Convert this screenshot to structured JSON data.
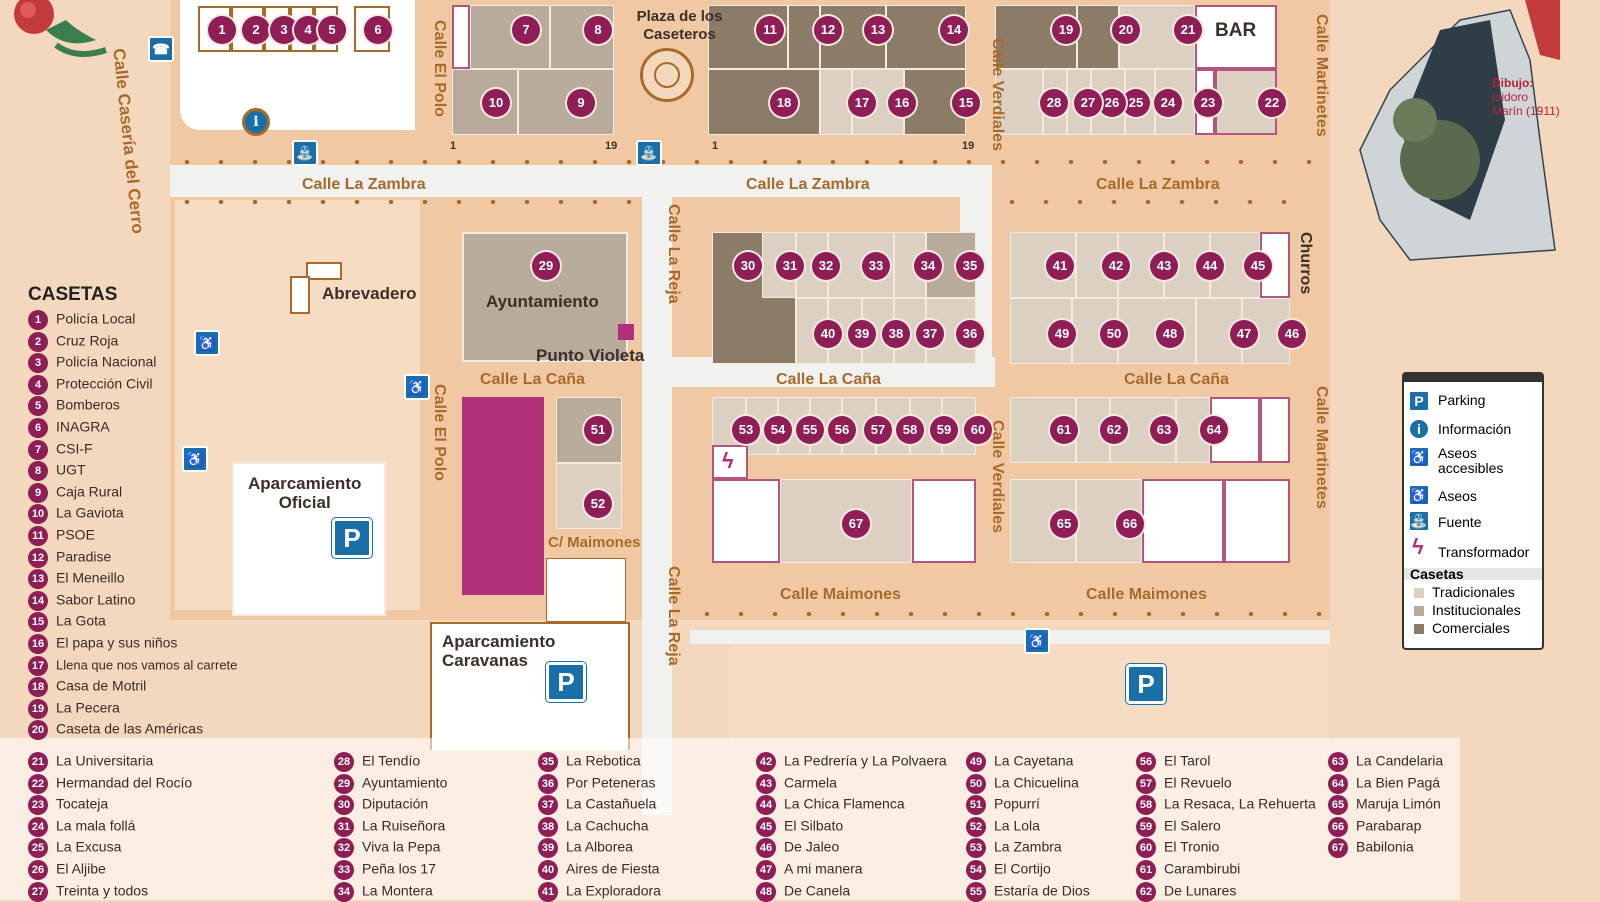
{
  "streets": {
    "zambra_1": "Calle La Zambra",
    "zambra_2": "Calle La Zambra",
    "zambra_3": "Calle La Zambra",
    "cana_1": "Calle La Caña",
    "cana_2": "Calle La Caña",
    "cana_3": "Calle La Caña",
    "maimones_1": "Calle Maimones",
    "maimones_2": "Calle Maimones",
    "c_maimones": "C/ Maimones",
    "el_polo_1": "Calle El Polo",
    "el_polo_2": "Calle El Polo",
    "verdiales_1": "Calle Verdiales",
    "verdiales_2": "Calle Verdiales",
    "martinetes_1": "Calle Martinetes",
    "martinetes_2": "Calle Martinetes",
    "la_reja_1": "Calle La Reja",
    "la_reja_2": "Calle La Reja",
    "caseria": "Calle Casería del Cerro"
  },
  "places": {
    "plaza": "Plaza de los Caseteros",
    "bar": "BAR",
    "ayuntamiento": "Ayuntamiento",
    "abrevadero": "Abrevadero",
    "punto_violeta": "Punto Violeta",
    "churros": "Churros",
    "aparcamiento_oficial": "Aparcamiento Oficial",
    "aparcamiento_caravanas": "Aparcamiento Caravanas",
    "drawing_credit_title": "Dibujo:",
    "drawing_credit_name": "Isidoro Marín (1911)",
    "num_1a": "1",
    "num_19a": "19",
    "num_1b": "1",
    "num_19b": "19"
  },
  "icon_names": {
    "parking": "parking-icon",
    "info": "info-icon",
    "aseos": "toilet-icon",
    "fuente": "fountain-icon",
    "accesibles": "accessible-toilet-icon",
    "transformador": "lightning-icon",
    "phone": "phone-icon"
  },
  "legend": {
    "title": "CASETAS",
    "items": [
      {
        "n": "1",
        "name": "Policía Local"
      },
      {
        "n": "2",
        "name": "Cruz Roja"
      },
      {
        "n": "3",
        "name": "Policía Nacional"
      },
      {
        "n": "4",
        "name": "Protección Civil"
      },
      {
        "n": "5",
        "name": "Bomberos"
      },
      {
        "n": "6",
        "name": "INAGRA"
      },
      {
        "n": "7",
        "name": "CSI-F"
      },
      {
        "n": "8",
        "name": "UGT"
      },
      {
        "n": "9",
        "name": "Caja Rural"
      },
      {
        "n": "10",
        "name": "La Gaviota"
      },
      {
        "n": "11",
        "name": "PSOE"
      },
      {
        "n": "12",
        "name": "Paradise"
      },
      {
        "n": "13",
        "name": "El Meneillo"
      },
      {
        "n": "14",
        "name": "Sabor Latino"
      },
      {
        "n": "15",
        "name": "La Gota"
      },
      {
        "n": "16",
        "name": "El papa y sus niños"
      },
      {
        "n": "17",
        "name": "Llena que nos vamos al carrete"
      },
      {
        "n": "18",
        "name": "Casa de Motril"
      },
      {
        "n": "19",
        "name": "La Pecera"
      },
      {
        "n": "20",
        "name": "Caseta de las Américas"
      },
      {
        "n": "21",
        "name": "La Universitaria"
      },
      {
        "n": "22",
        "name": "Hermandad del Rocío"
      },
      {
        "n": "23",
        "name": "Tocateja"
      },
      {
        "n": "24",
        "name": "La mala follá"
      },
      {
        "n": "25",
        "name": "La Excusa"
      },
      {
        "n": "26",
        "name": "El Aljibe"
      },
      {
        "n": "27",
        "name": "Treinta y todos"
      },
      {
        "n": "28",
        "name": "El Tendío"
      },
      {
        "n": "29",
        "name": "Ayuntamiento"
      },
      {
        "n": "30",
        "name": "Diputación"
      },
      {
        "n": "31",
        "name": "La Ruiseñora"
      },
      {
        "n": "32",
        "name": "Viva la Pepa"
      },
      {
        "n": "33",
        "name": "Peña los 17"
      },
      {
        "n": "34",
        "name": "La Montera"
      },
      {
        "n": "35",
        "name": "La Rebotica"
      },
      {
        "n": "36",
        "name": "Por Peteneras"
      },
      {
        "n": "37",
        "name": "La Castañuela"
      },
      {
        "n": "38",
        "name": "La Cachucha"
      },
      {
        "n": "39",
        "name": "La Alborea"
      },
      {
        "n": "40",
        "name": "Aires de Fiesta"
      },
      {
        "n": "41",
        "name": "La Exploradora"
      },
      {
        "n": "42",
        "name": "La Pedrería y La Polvaera"
      },
      {
        "n": "43",
        "name": "Carmela"
      },
      {
        "n": "44",
        "name": "La Chica Flamenca"
      },
      {
        "n": "45",
        "name": "El Silbato"
      },
      {
        "n": "46",
        "name": "De Jaleo"
      },
      {
        "n": "47",
        "name": "A mi manera"
      },
      {
        "n": "48",
        "name": "De Canela"
      },
      {
        "n": "49",
        "name": "La Cayetana"
      },
      {
        "n": "50",
        "name": "La Chicuelina"
      },
      {
        "n": "51",
        "name": "Popurrí"
      },
      {
        "n": "52",
        "name": "La Lola"
      },
      {
        "n": "53",
        "name": "La Zambra"
      },
      {
        "n": "54",
        "name": "El Cortijo"
      },
      {
        "n": "55",
        "name": "Estaría de Dios"
      },
      {
        "n": "56",
        "name": "El Tarol"
      },
      {
        "n": "57",
        "name": "El Revuelo"
      },
      {
        "n": "58",
        "name": "La Resaca, La Rehuerta"
      },
      {
        "n": "59",
        "name": "El Salero"
      },
      {
        "n": "60",
        "name": "El Tronio"
      },
      {
        "n": "61",
        "name": "Carambirubi"
      },
      {
        "n": "62",
        "name": "De Lunares"
      },
      {
        "n": "63",
        "name": "La Candelaria"
      },
      {
        "n": "64",
        "name": "La Bien Pagá"
      },
      {
        "n": "65",
        "name": "Maruja Limón"
      },
      {
        "n": "66",
        "name": "Parabarap"
      },
      {
        "n": "67",
        "name": "Babilonia"
      }
    ]
  },
  "key": {
    "parking": "Parking",
    "info": "Información",
    "aseos_accesibles": "Aseos accesibles",
    "aseos": "Aseos",
    "fuente": "Fuente",
    "transformador": "Transformador",
    "casetas_title": "Casetas",
    "tradicionales": "Tradicionales",
    "institucionales": "Institucionales",
    "comerciales": "Comerciales"
  },
  "colors": {
    "ground": "#f4d8bd",
    "road": "#f1f1ef",
    "tradicionales": "#dbd0c2",
    "institucionales": "#b8ab9b",
    "comerciales": "#8b7b67",
    "marker": "#8e1e55",
    "street_text": "#a86a2a",
    "icon_blue": "#1a6fa8"
  }
}
